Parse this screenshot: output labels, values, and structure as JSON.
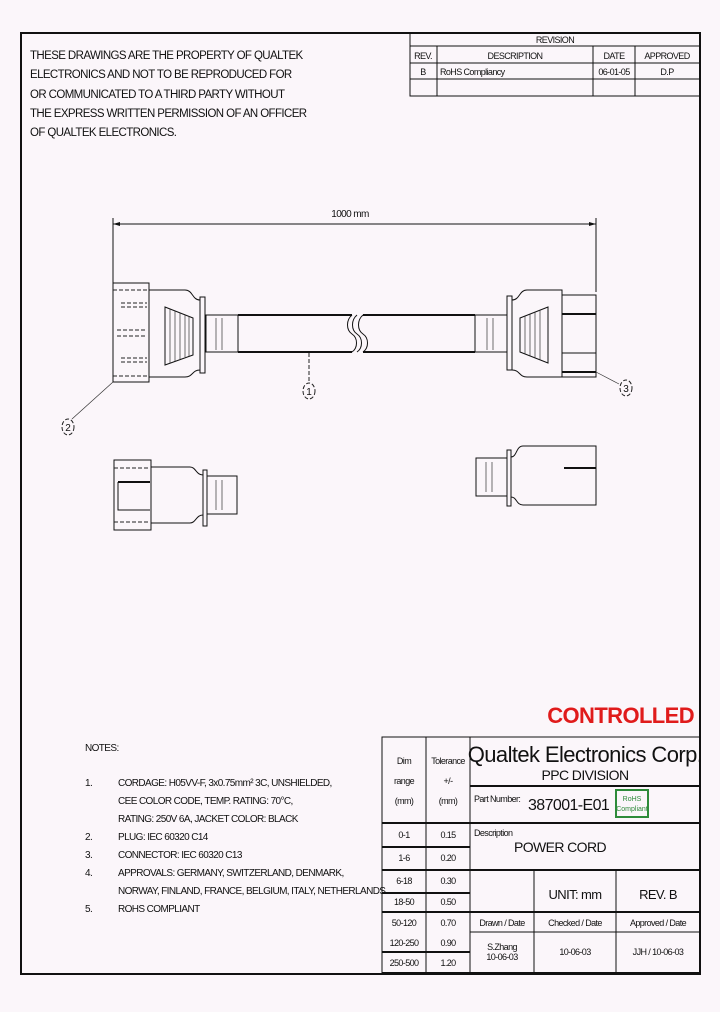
{
  "disclaimer": [
    "THESE DRAWINGS ARE THE PROPERTY OF QUALTEK",
    "ELECTRONICS AND NOT TO BE REPRODUCED FOR",
    "OR COMMUNICATED TO A THIRD PARTY WITHOUT",
    "THE EXPRESS WRITTEN PERMISSION OF AN OFFICER",
    "OF QUALTEK ELECTRONICS."
  ],
  "revision": {
    "title": "REVISION",
    "headers": [
      "REV.",
      "DESCRIPTION",
      "DATE",
      "APPROVED"
    ],
    "rows": [
      [
        "B",
        "RoHS Compliancy",
        "06-01-05",
        "D.P"
      ]
    ]
  },
  "drawing": {
    "dimension": "1000 mm",
    "callouts": [
      "1",
      "2",
      "3"
    ]
  },
  "stamp": {
    "text": "CONTROLLED",
    "color": "#e01b1b"
  },
  "notes": {
    "title": "NOTES:",
    "items": [
      {
        "num": "1.",
        "lines": [
          "CORDAGE: H05VV-F, 3x0.75mm² 3C, UNSHIELDED,",
          "CEE COLOR CODE, TEMP. RATING: 70°C,",
          "RATING: 250V 6A, JACKET COLOR: BLACK"
        ]
      },
      {
        "num": "2.",
        "lines": [
          "PLUG: IEC 60320 C14"
        ]
      },
      {
        "num": "3.",
        "lines": [
          "CONNECTOR: IEC 60320 C13"
        ]
      },
      {
        "num": "4.",
        "lines": [
          "APPROVALS: GERMANY, SWITZERLAND, DENMARK,",
          "NORWAY, FINLAND, FRANCE, BELGIUM, ITALY, NETHERLANDS"
        ]
      },
      {
        "num": "5.",
        "lines": [
          "ROHS COMPLIANT"
        ]
      }
    ]
  },
  "title_block": {
    "company": "Qualtek Electronics Corp.",
    "division": "PPC DIVISION",
    "part_number_label": "Part Number:",
    "part_number": "387001-E01",
    "rohs_badge": [
      "RoHS",
      "Compliant"
    ],
    "rohs_color": "#2e8b3a",
    "description_label": "Description",
    "description": "POWER CORD",
    "unit": "UNIT: mm",
    "rev": "REV.  B",
    "dim_header": [
      "Dim",
      "range",
      "(mm)"
    ],
    "tol_header": [
      "Tolerance",
      "+/-",
      "(mm)"
    ],
    "tolerances": [
      [
        "0-1",
        "0.15"
      ],
      [
        "1-6",
        "0.20"
      ],
      [
        "6-18",
        "0.30"
      ],
      [
        "18-50",
        "0.50"
      ],
      [
        "50-120",
        "0.70"
      ],
      [
        "120-250",
        "0.90"
      ],
      [
        "250-500",
        "1.20"
      ]
    ],
    "drawn_label": "Drawn / Date",
    "checked_label": "Checked / Date",
    "approved_label": "Approved / Date",
    "drawn": [
      "S.Zhang",
      "10-06-03"
    ],
    "checked": "10-06-03",
    "approved": "JJH / 10-06-03"
  }
}
